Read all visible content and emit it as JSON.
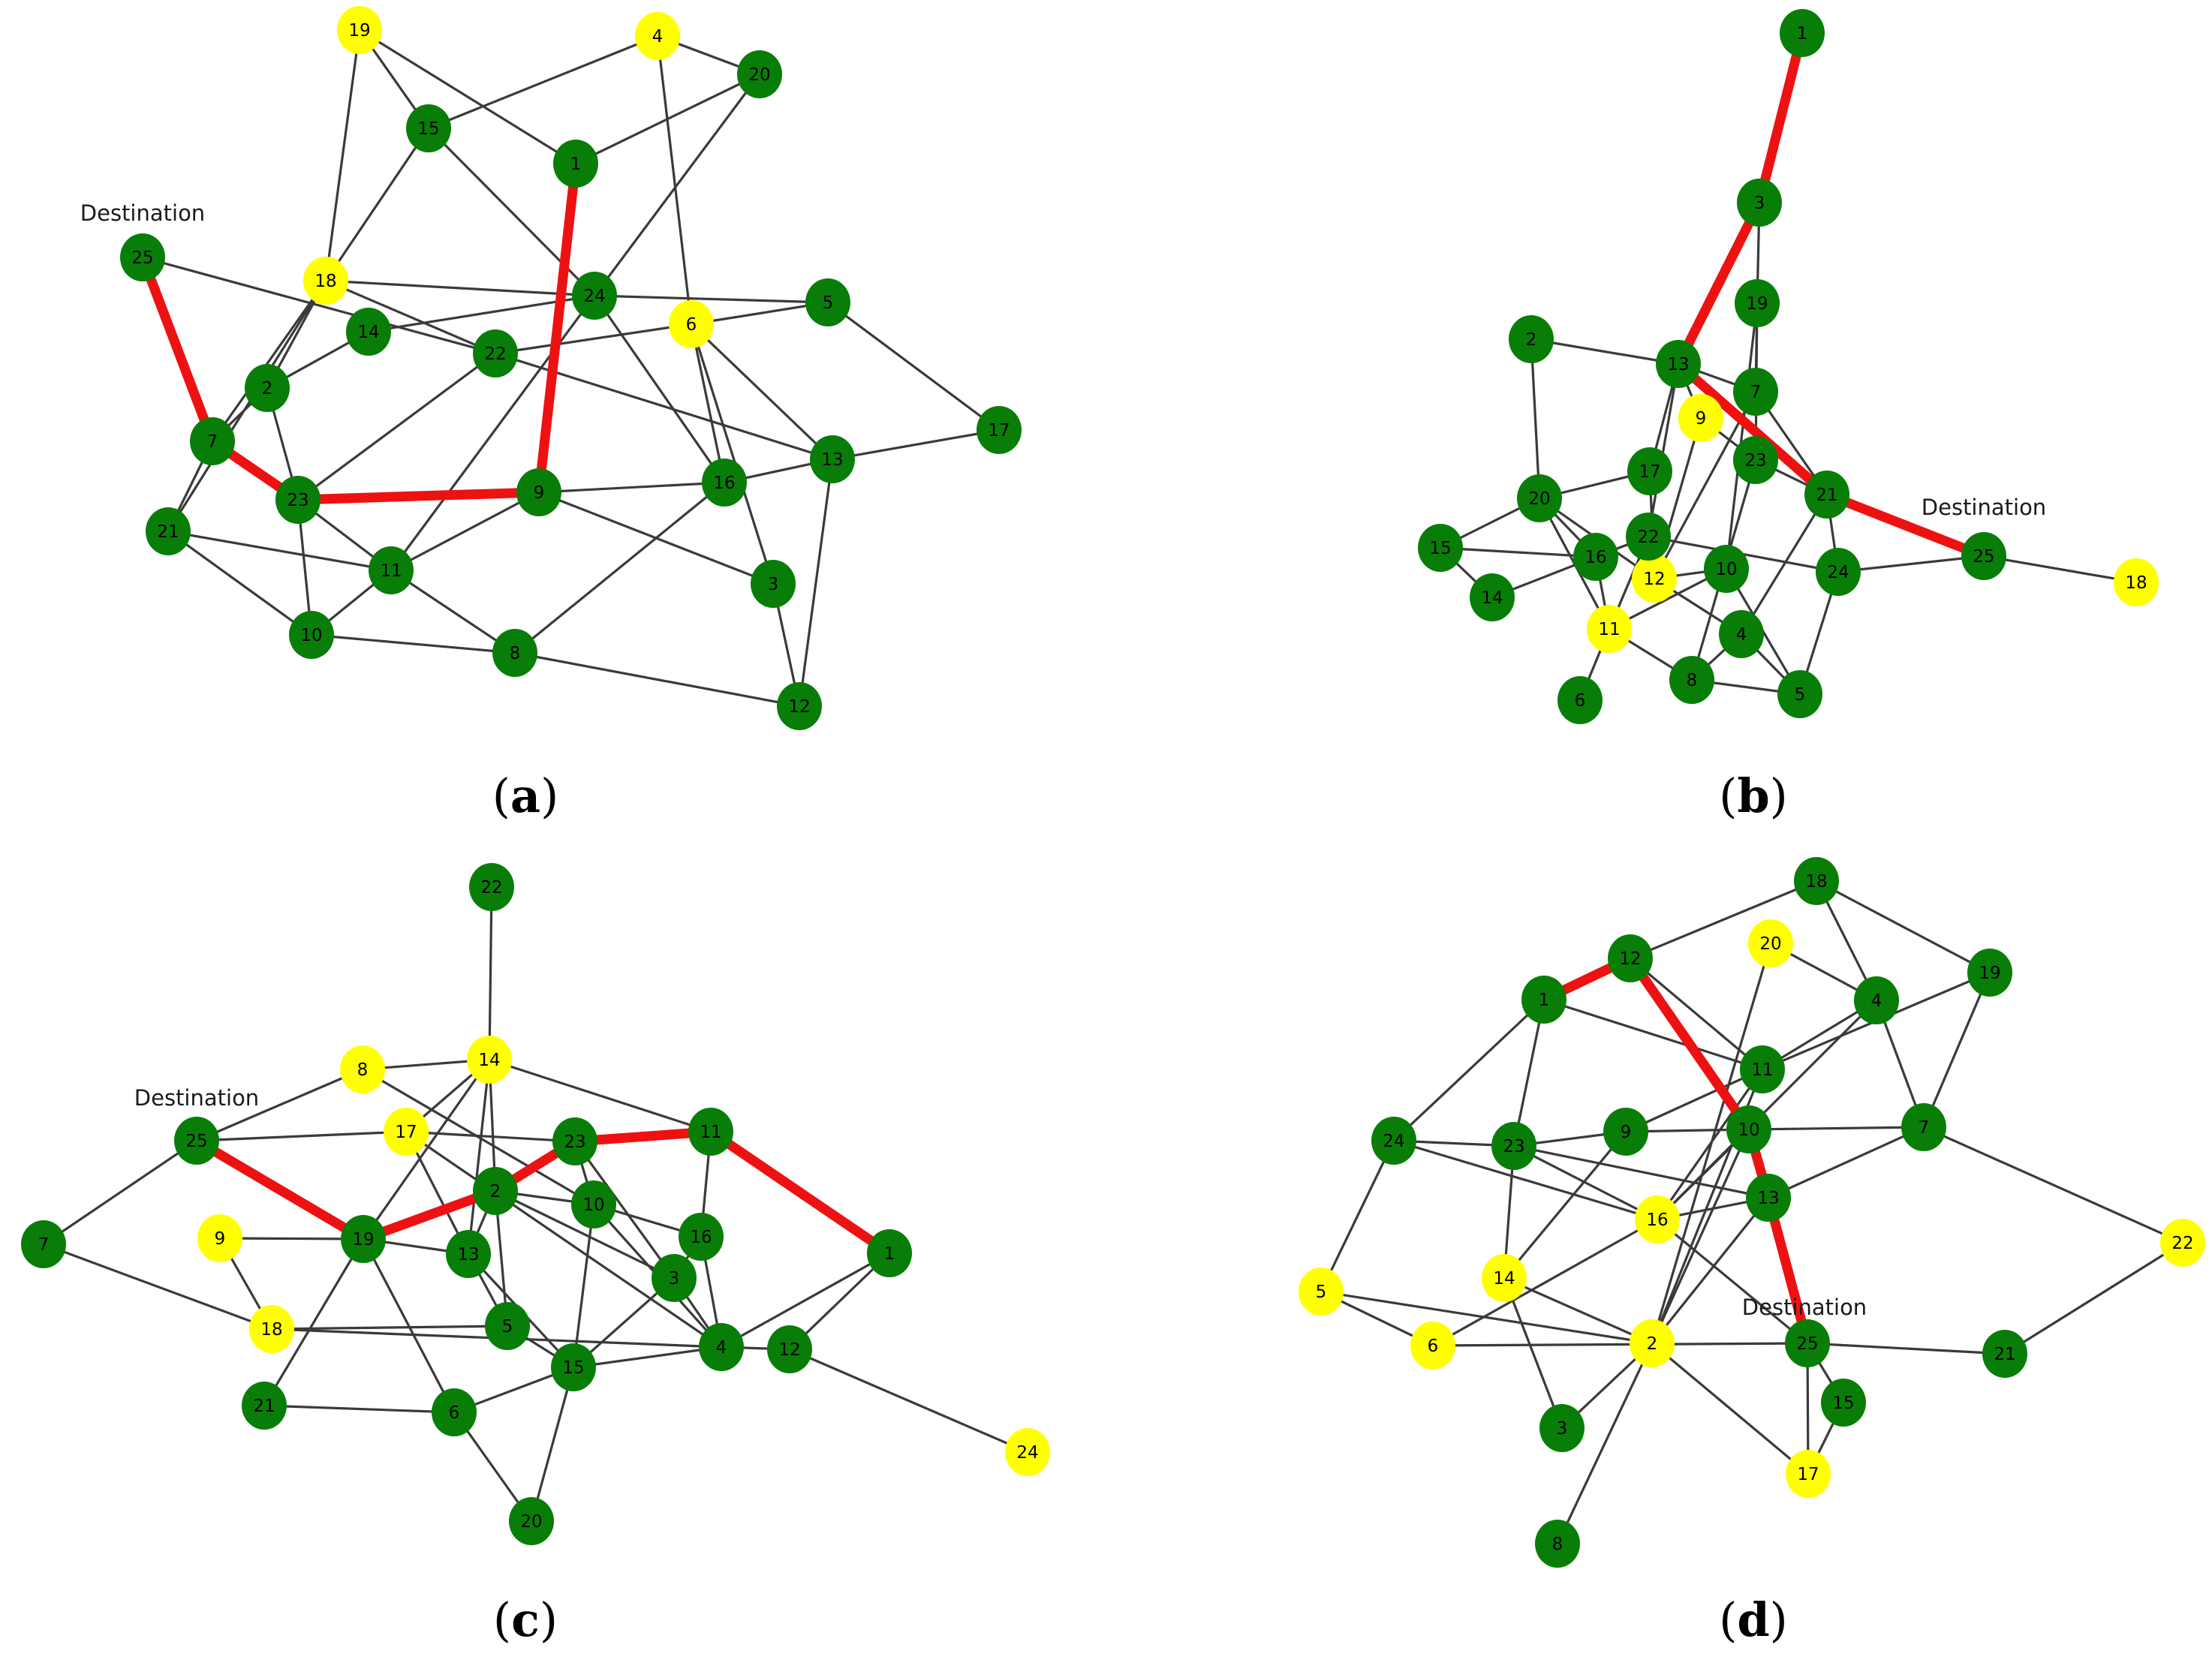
{
  "colors": {
    "normal": "#087e08",
    "highlight": "#ffff00",
    "path": "#ee1111",
    "edge": "#3a3a3a"
  },
  "panels": [
    {
      "id": "a",
      "caption_letter": "a",
      "destination_label": "Destination",
      "destination_node": "25",
      "nodes": [
        {
          "id": "1",
          "hl": false
        },
        {
          "id": "2",
          "hl": false
        },
        {
          "id": "3",
          "hl": false
        },
        {
          "id": "4",
          "hl": true
        },
        {
          "id": "5",
          "hl": false
        },
        {
          "id": "6",
          "hl": true
        },
        {
          "id": "7",
          "hl": false
        },
        {
          "id": "8",
          "hl": false
        },
        {
          "id": "9",
          "hl": false
        },
        {
          "id": "10",
          "hl": false
        },
        {
          "id": "11",
          "hl": false
        },
        {
          "id": "12",
          "hl": false
        },
        {
          "id": "13",
          "hl": false
        },
        {
          "id": "14",
          "hl": false
        },
        {
          "id": "15",
          "hl": false
        },
        {
          "id": "16",
          "hl": false
        },
        {
          "id": "17",
          "hl": false
        },
        {
          "id": "18",
          "hl": true
        },
        {
          "id": "19",
          "hl": true
        },
        {
          "id": "20",
          "hl": false
        },
        {
          "id": "21",
          "hl": false
        },
        {
          "id": "22",
          "hl": false
        },
        {
          "id": "23",
          "hl": false
        },
        {
          "id": "24",
          "hl": false
        },
        {
          "id": "25",
          "hl": false
        }
      ],
      "edges": [
        [
          "19",
          "15"
        ],
        [
          "19",
          "1"
        ],
        [
          "19",
          "18"
        ],
        [
          "15",
          "4"
        ],
        [
          "15",
          "18"
        ],
        [
          "15",
          "24"
        ],
        [
          "4",
          "20"
        ],
        [
          "4",
          "6"
        ],
        [
          "1",
          "20"
        ],
        [
          "20",
          "24"
        ],
        [
          "18",
          "24"
        ],
        [
          "18",
          "22"
        ],
        [
          "18",
          "2"
        ],
        [
          "18",
          "7"
        ],
        [
          "18",
          "21"
        ],
        [
          "25",
          "22"
        ],
        [
          "14",
          "24"
        ],
        [
          "14",
          "2"
        ],
        [
          "22",
          "6"
        ],
        [
          "22",
          "13"
        ],
        [
          "22",
          "23"
        ],
        [
          "24",
          "5"
        ],
        [
          "24",
          "16"
        ],
        [
          "24",
          "11"
        ],
        [
          "6",
          "5"
        ],
        [
          "6",
          "16"
        ],
        [
          "6",
          "13"
        ],
        [
          "6",
          "3"
        ],
        [
          "5",
          "17"
        ],
        [
          "17",
          "13"
        ],
        [
          "13",
          "16"
        ],
        [
          "13",
          "12"
        ],
        [
          "16",
          "9"
        ],
        [
          "16",
          "8"
        ],
        [
          "9",
          "11"
        ],
        [
          "9",
          "3"
        ],
        [
          "2",
          "23"
        ],
        [
          "2",
          "7"
        ],
        [
          "7",
          "21"
        ],
        [
          "23",
          "11"
        ],
        [
          "23",
          "10"
        ],
        [
          "21",
          "11"
        ],
        [
          "21",
          "10"
        ],
        [
          "11",
          "10"
        ],
        [
          "11",
          "8"
        ],
        [
          "10",
          "8"
        ],
        [
          "8",
          "12"
        ],
        [
          "3",
          "12"
        ]
      ],
      "path": [
        "25",
        "7",
        "23",
        "9",
        "1"
      ]
    },
    {
      "id": "b",
      "caption_letter": "b",
      "destination_label": "Destination",
      "destination_node": "25",
      "nodes": [
        {
          "id": "1",
          "hl": false
        },
        {
          "id": "2",
          "hl": false
        },
        {
          "id": "3",
          "hl": false
        },
        {
          "id": "4",
          "hl": false
        },
        {
          "id": "5",
          "hl": false
        },
        {
          "id": "6",
          "hl": false
        },
        {
          "id": "7",
          "hl": false
        },
        {
          "id": "8",
          "hl": false
        },
        {
          "id": "9",
          "hl": true
        },
        {
          "id": "10",
          "hl": false
        },
        {
          "id": "11",
          "hl": true
        },
        {
          "id": "12",
          "hl": true
        },
        {
          "id": "13",
          "hl": false
        },
        {
          "id": "14",
          "hl": false
        },
        {
          "id": "15",
          "hl": false
        },
        {
          "id": "16",
          "hl": false
        },
        {
          "id": "17",
          "hl": false
        },
        {
          "id": "18",
          "hl": true
        },
        {
          "id": "19",
          "hl": false
        },
        {
          "id": "20",
          "hl": false
        },
        {
          "id": "21",
          "hl": false
        },
        {
          "id": "22",
          "hl": false
        },
        {
          "id": "23",
          "hl": false
        },
        {
          "id": "24",
          "hl": false
        },
        {
          "id": "25",
          "hl": false
        }
      ],
      "edges": [
        [
          "3",
          "19"
        ],
        [
          "2",
          "13"
        ],
        [
          "2",
          "20"
        ],
        [
          "13",
          "9"
        ],
        [
          "13",
          "17"
        ],
        [
          "13",
          "7"
        ],
        [
          "13",
          "22"
        ],
        [
          "19",
          "7"
        ],
        [
          "19",
          "23"
        ],
        [
          "19",
          "10"
        ],
        [
          "7",
          "21"
        ],
        [
          "7",
          "12"
        ],
        [
          "9",
          "23"
        ],
        [
          "9",
          "12"
        ],
        [
          "23",
          "21"
        ],
        [
          "23",
          "8"
        ],
        [
          "17",
          "20"
        ],
        [
          "17",
          "12"
        ],
        [
          "20",
          "15"
        ],
        [
          "20",
          "16"
        ],
        [
          "20",
          "12"
        ],
        [
          "20",
          "11"
        ],
        [
          "15",
          "14"
        ],
        [
          "15",
          "16"
        ],
        [
          "14",
          "16"
        ],
        [
          "16",
          "22"
        ],
        [
          "16",
          "11"
        ],
        [
          "22",
          "24"
        ],
        [
          "22",
          "11"
        ],
        [
          "12",
          "4"
        ],
        [
          "12",
          "10"
        ],
        [
          "11",
          "6"
        ],
        [
          "11",
          "10"
        ],
        [
          "11",
          "8"
        ],
        [
          "10",
          "5"
        ],
        [
          "21",
          "24"
        ],
        [
          "21",
          "4"
        ],
        [
          "24",
          "5"
        ],
        [
          "24",
          "25"
        ],
        [
          "25",
          "18"
        ],
        [
          "4",
          "8"
        ],
        [
          "4",
          "5"
        ],
        [
          "8",
          "5"
        ]
      ],
      "path": [
        "1",
        "3",
        "13",
        "21",
        "25"
      ]
    },
    {
      "id": "c",
      "caption_letter": "c",
      "destination_label": "Destination",
      "destination_node": "25",
      "nodes": [
        {
          "id": "1",
          "hl": false
        },
        {
          "id": "2",
          "hl": false
        },
        {
          "id": "3",
          "hl": false
        },
        {
          "id": "4",
          "hl": false
        },
        {
          "id": "5",
          "hl": false
        },
        {
          "id": "6",
          "hl": false
        },
        {
          "id": "7",
          "hl": false
        },
        {
          "id": "8",
          "hl": true
        },
        {
          "id": "9",
          "hl": true
        },
        {
          "id": "10",
          "hl": false
        },
        {
          "id": "11",
          "hl": false
        },
        {
          "id": "12",
          "hl": false
        },
        {
          "id": "13",
          "hl": false
        },
        {
          "id": "14",
          "hl": true
        },
        {
          "id": "15",
          "hl": false
        },
        {
          "id": "16",
          "hl": false
        },
        {
          "id": "17",
          "hl": true
        },
        {
          "id": "18",
          "hl": true
        },
        {
          "id": "19",
          "hl": false
        },
        {
          "id": "20",
          "hl": false
        },
        {
          "id": "21",
          "hl": false
        },
        {
          "id": "22",
          "hl": false
        },
        {
          "id": "23",
          "hl": false
        },
        {
          "id": "24",
          "hl": true
        },
        {
          "id": "25",
          "hl": false
        }
      ],
      "edges": [
        [
          "22",
          "14"
        ],
        [
          "8",
          "14"
        ],
        [
          "8",
          "25"
        ],
        [
          "8",
          "10"
        ],
        [
          "14",
          "17"
        ],
        [
          "14",
          "19"
        ],
        [
          "14",
          "13"
        ],
        [
          "14",
          "11"
        ],
        [
          "14",
          "2"
        ],
        [
          "25",
          "7"
        ],
        [
          "25",
          "17"
        ],
        [
          "7",
          "18"
        ],
        [
          "17",
          "23"
        ],
        [
          "17",
          "13"
        ],
        [
          "17",
          "4"
        ],
        [
          "9",
          "19"
        ],
        [
          "9",
          "18"
        ],
        [
          "19",
          "13"
        ],
        [
          "19",
          "21"
        ],
        [
          "19",
          "6"
        ],
        [
          "2",
          "10"
        ],
        [
          "2",
          "13"
        ],
        [
          "2",
          "5"
        ],
        [
          "2",
          "3"
        ],
        [
          "23",
          "10"
        ],
        [
          "23",
          "3"
        ],
        [
          "10",
          "16"
        ],
        [
          "10",
          "4"
        ],
        [
          "10",
          "15"
        ],
        [
          "11",
          "16"
        ],
        [
          "13",
          "5"
        ],
        [
          "13",
          "15"
        ],
        [
          "16",
          "3"
        ],
        [
          "16",
          "4"
        ],
        [
          "3",
          "15"
        ],
        [
          "3",
          "4"
        ],
        [
          "18",
          "5"
        ],
        [
          "18",
          "4"
        ],
        [
          "5",
          "15"
        ],
        [
          "15",
          "4"
        ],
        [
          "15",
          "6"
        ],
        [
          "15",
          "20"
        ],
        [
          "4",
          "12"
        ],
        [
          "12",
          "1"
        ],
        [
          "12",
          "24"
        ],
        [
          "21",
          "6"
        ],
        [
          "6",
          "20"
        ],
        [
          "4",
          "1"
        ]
      ],
      "path": [
        "25",
        "19",
        "2",
        "23",
        "11",
        "1"
      ]
    },
    {
      "id": "d",
      "caption_letter": "d",
      "destination_label": "Destination",
      "destination_node": "25",
      "nodes": [
        {
          "id": "1",
          "hl": false
        },
        {
          "id": "2",
          "hl": true
        },
        {
          "id": "3",
          "hl": false
        },
        {
          "id": "4",
          "hl": false
        },
        {
          "id": "5",
          "hl": true
        },
        {
          "id": "6",
          "hl": true
        },
        {
          "id": "7",
          "hl": false
        },
        {
          "id": "8",
          "hl": false
        },
        {
          "id": "9",
          "hl": false
        },
        {
          "id": "10",
          "hl": false
        },
        {
          "id": "11",
          "hl": false
        },
        {
          "id": "12",
          "hl": false
        },
        {
          "id": "13",
          "hl": false
        },
        {
          "id": "14",
          "hl": true
        },
        {
          "id": "15",
          "hl": false
        },
        {
          "id": "16",
          "hl": true
        },
        {
          "id": "17",
          "hl": true
        },
        {
          "id": "18",
          "hl": false
        },
        {
          "id": "19",
          "hl": false
        },
        {
          "id": "20",
          "hl": true
        },
        {
          "id": "21",
          "hl": false
        },
        {
          "id": "22",
          "hl": true
        },
        {
          "id": "23",
          "hl": false
        },
        {
          "id": "24",
          "hl": false
        },
        {
          "id": "25",
          "hl": false
        }
      ],
      "edges": [
        [
          "12",
          "18"
        ],
        [
          "18",
          "4"
        ],
        [
          "18",
          "19"
        ],
        [
          "1",
          "24"
        ],
        [
          "1",
          "23"
        ],
        [
          "1",
          "11"
        ],
        [
          "12",
          "11"
        ],
        [
          "20",
          "4"
        ],
        [
          "20",
          "2"
        ],
        [
          "4",
          "11"
        ],
        [
          "4",
          "7"
        ],
        [
          "4",
          "16"
        ],
        [
          "19",
          "11"
        ],
        [
          "19",
          "7"
        ],
        [
          "24",
          "23"
        ],
        [
          "24",
          "16"
        ],
        [
          "24",
          "5"
        ],
        [
          "23",
          "9"
        ],
        [
          "23",
          "13"
        ],
        [
          "23",
          "16"
        ],
        [
          "23",
          "14"
        ],
        [
          "9",
          "10"
        ],
        [
          "9",
          "14"
        ],
        [
          "11",
          "9"
        ],
        [
          "11",
          "16"
        ],
        [
          "11",
          "2"
        ],
        [
          "10",
          "7"
        ],
        [
          "10",
          "16"
        ],
        [
          "10",
          "2"
        ],
        [
          "7",
          "13"
        ],
        [
          "7",
          "22"
        ],
        [
          "13",
          "16"
        ],
        [
          "13",
          "2"
        ],
        [
          "16",
          "6"
        ],
        [
          "16",
          "25"
        ],
        [
          "14",
          "2"
        ],
        [
          "14",
          "3"
        ],
        [
          "5",
          "6"
        ],
        [
          "5",
          "2"
        ],
        [
          "6",
          "25"
        ],
        [
          "2",
          "17"
        ],
        [
          "2",
          "8"
        ],
        [
          "2",
          "3"
        ],
        [
          "25",
          "21"
        ],
        [
          "25",
          "15"
        ],
        [
          "25",
          "17"
        ],
        [
          "15",
          "17"
        ],
        [
          "22",
          "21"
        ]
      ],
      "path": [
        "1",
        "12",
        "10",
        "13",
        "25"
      ]
    }
  ]
}
